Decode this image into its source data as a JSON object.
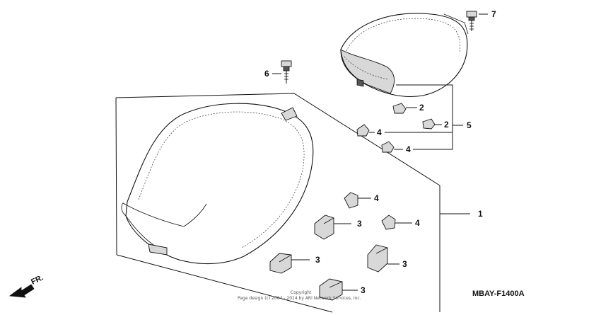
{
  "diagram_code": "MBAY-F1400A",
  "direction_label": "FR.",
  "copyright": {
    "line1": "Copyright",
    "line2": "Page design (c) 2004 - 2014 by ARI Network Services, Inc."
  },
  "callouts": {
    "c1": "1",
    "c2a": "2",
    "c2b": "2",
    "c3a": "3",
    "c3b": "3",
    "c3c": "3",
    "c3d": "3",
    "c4a": "4",
    "c4b": "4",
    "c4c": "4",
    "c4d": "4",
    "c5": "5",
    "c6": "6",
    "c7": "7"
  },
  "icons": {
    "front_arrow": "front-arrow-icon"
  }
}
